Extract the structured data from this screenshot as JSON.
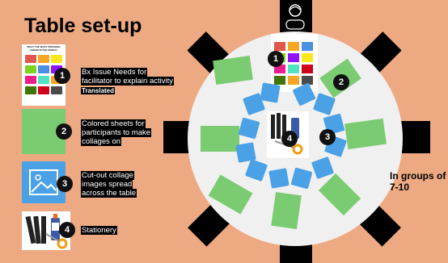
{
  "title": "Table set-up",
  "poster_title": "WHAT THE MOST PRESSING NEEDS IN THE WORLD",
  "host": {
    "label": "Host",
    "icon": "host-icon"
  },
  "legend": [
    {
      "number": "1",
      "lines": [
        "Bx Issue Needs for",
        "facilitator to explain activity"
      ],
      "note": "Translated"
    },
    {
      "number": "2",
      "lines": [
        "Colored sheets for",
        "participants to make",
        "collages on"
      ]
    },
    {
      "number": "3",
      "lines": [
        "Cut-out collage",
        "images spread",
        "across the table"
      ]
    },
    {
      "number": "4",
      "lines": [
        "Stationery"
      ]
    }
  ],
  "groups_note": "In groups of\n7-10",
  "colors": {
    "background": "#EDA982",
    "table": "#F0F0F0",
    "chairs": "#000000",
    "sheet": "#7ACB71",
    "image": "#4AA1E6"
  },
  "icons": [
    "image-icon",
    "marker-icon",
    "glue-icon",
    "scissors-icon",
    "host-icon"
  ]
}
